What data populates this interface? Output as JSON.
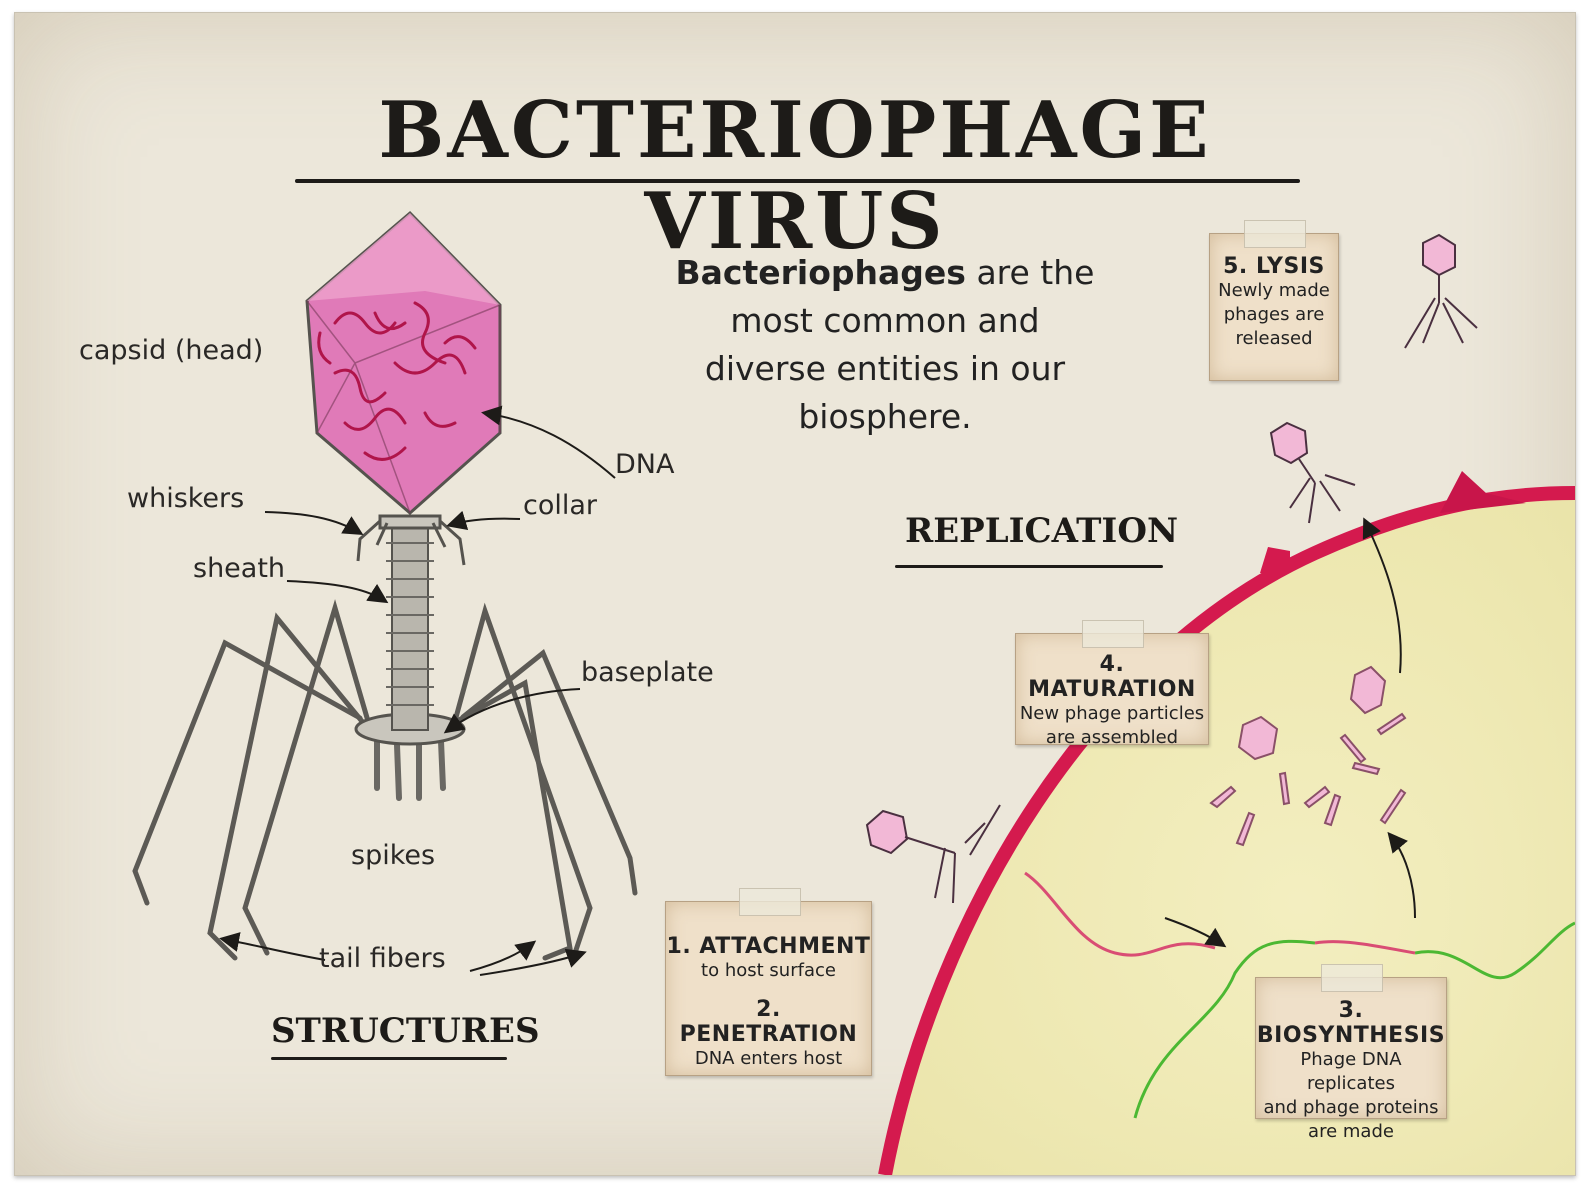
{
  "title": "BACTERIOPHAGE VIRUS",
  "intro": {
    "bold": "Bacteriophages",
    "rest": "are the most common and diverse entities in our biosphere."
  },
  "structures": {
    "heading": "STRUCTURES",
    "labels": {
      "capsid": "capsid (head)",
      "dna": "DNA",
      "whiskers": "whiskers",
      "collar": "collar",
      "sheath": "sheath",
      "baseplate": "baseplate",
      "spikes": "spikes",
      "tail_fibers": "tail fibers"
    }
  },
  "replication": {
    "heading": "REPLICATION",
    "steps": {
      "attachment": {
        "title": "1. ATTACHMENT",
        "text": "to host surface"
      },
      "penetration": {
        "title": "2. PENETRATION",
        "text": "DNA enters host"
      },
      "biosynthesis": {
        "title": "3. BIOSYNTHESIS",
        "line1": "Phage DNA replicates",
        "line2": "and phage proteins",
        "line3": "are made"
      },
      "maturation": {
        "title": "4. MATURATION",
        "line1": "New phage particles",
        "line2": "are assembled"
      },
      "lysis": {
        "title": "5. LYSIS",
        "line1": "Newly made",
        "line2": "phages are",
        "line3": "released"
      }
    }
  },
  "colors": {
    "capsid": "#e07ab8",
    "membrane": "#d41a4e",
    "cytoplasm": "#f1ecb8",
    "viral_dna": "#d94d74",
    "host_dna": "#4cb833",
    "ink": "#1d1b18",
    "paper": "#ece7da"
  }
}
